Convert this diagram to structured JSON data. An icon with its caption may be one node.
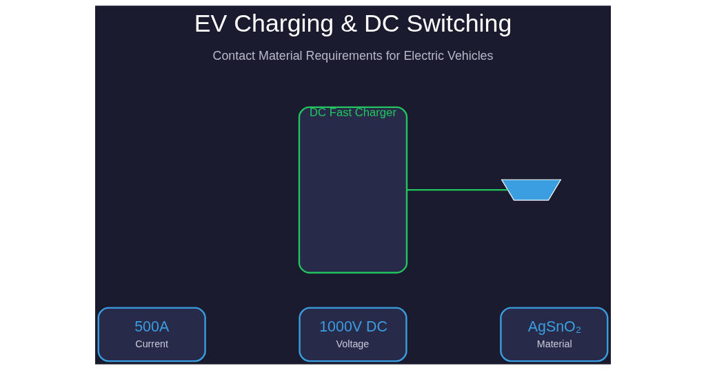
{
  "diagram": {
    "title": "EV Charging & DC Switching",
    "nodes": [
      {
        "text": [
          "DC Fast Charger"
        ]
      },
      {
        "text": [],
        "shape": "car"
      },
      {
        "text": [
          "500A",
          "Current"
        ]
      },
      {
        "text": [
          "1000V DC",
          "Voltage"
        ]
      },
      {
        "text": [
          "AgSnO₂",
          "Material"
        ]
      }
    ],
    "edges": [
      {
        "from": 0,
        "to": 1,
        "arrow": "none",
        "color": "#22c55e"
      }
    ],
    "labels": [
      "Contact Material Requirements for Electric Vehicles"
    ]
  }
}
